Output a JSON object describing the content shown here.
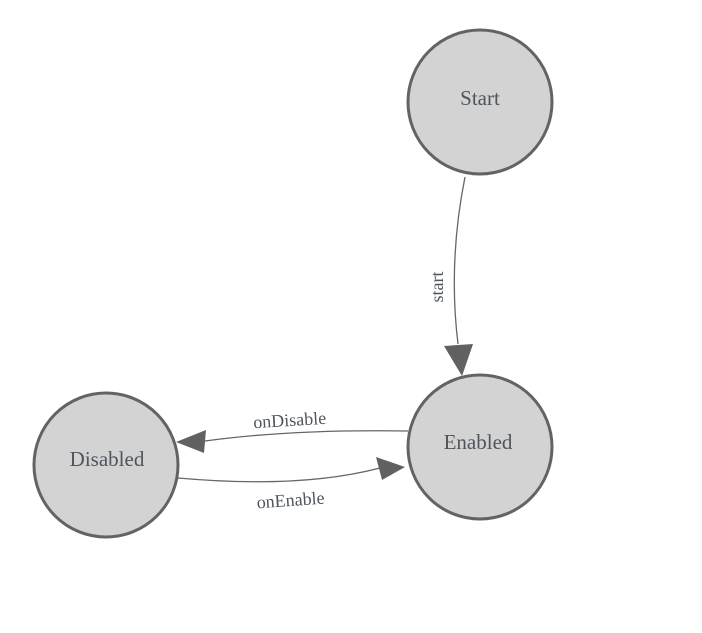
{
  "diagram": {
    "title": "state-machine-diagram",
    "colors": {
      "background": "#ffffff",
      "node_fill": "#d3d3d3",
      "node_border": "#636363",
      "edge": "#666666",
      "text": "#4f555d"
    },
    "nodes": [
      {
        "id": "start",
        "label": "Start"
      },
      {
        "id": "enabled",
        "label": "Enabled"
      },
      {
        "id": "disabled",
        "label": "Disabled"
      }
    ],
    "edges": [
      {
        "from": "Start",
        "to": "Enabled",
        "label": "start"
      },
      {
        "from": "Enabled",
        "to": "Disabled",
        "label": "onDisable"
      },
      {
        "from": "Disabled",
        "to": "Enabled",
        "label": "onEnable"
      }
    ]
  }
}
